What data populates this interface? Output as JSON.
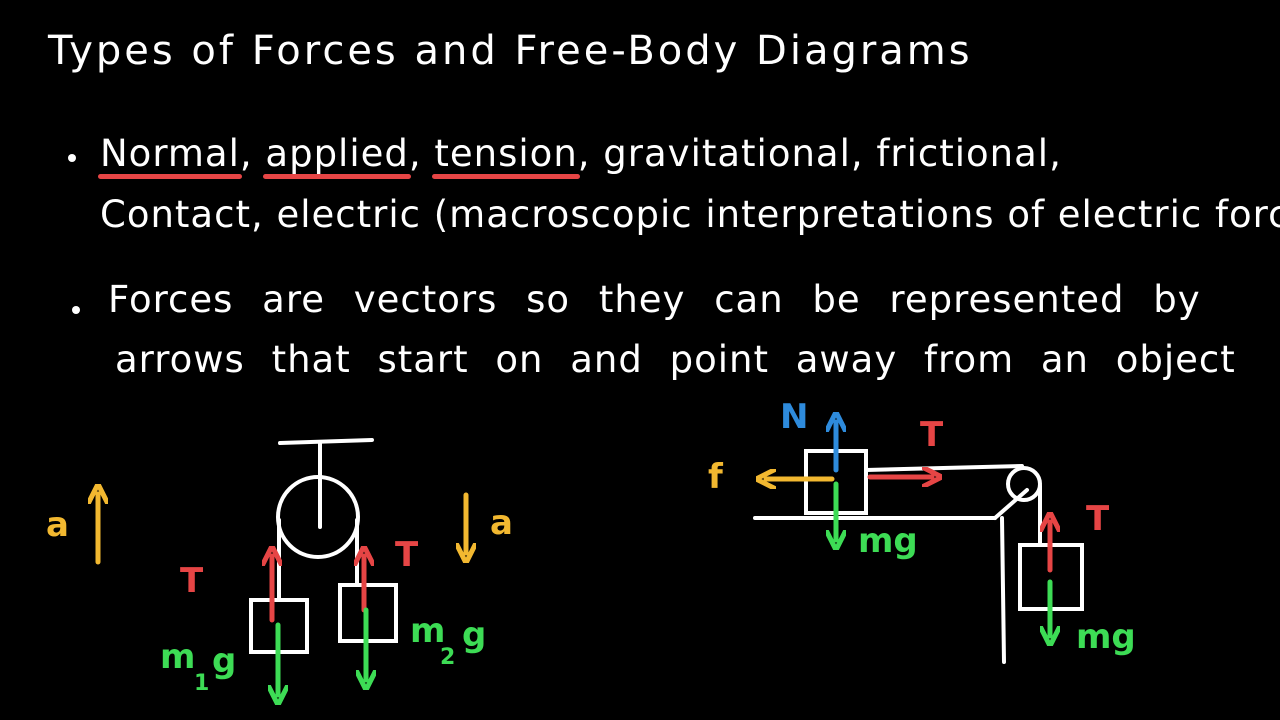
{
  "title": "Types of Forces and Free-Body Diagrams",
  "bullet1": {
    "normal": "Normal",
    "sep1": ", ",
    "applied": "applied",
    "sep2": ", ",
    "tension": "tension",
    "rest1": ", gravitational, frictional,",
    "line2": "Contact, electric (macroscopic interpretations of electric force)"
  },
  "bullet2": {
    "line1": "Forces are vectors so they can be represented by",
    "line2": "arrows that start on and point away from an object"
  },
  "atwood": {
    "a_left": "a",
    "a_right": "a",
    "t_left": "T",
    "t_right": "T",
    "m1": "m",
    "m1_sub": "1",
    "m2": "m",
    "m2_sub": "2",
    "g": "g"
  },
  "table_setup": {
    "normal": "N",
    "tension_top": "T",
    "friction": "f",
    "mg_block": "mg",
    "tension_hanging": "T",
    "mg_hanging": "mg"
  },
  "colors": {
    "red": "#e64545",
    "green": "#3ddc55",
    "blue": "#2e8bdc",
    "yellow": "#f2b830",
    "white": "#ffffff"
  }
}
